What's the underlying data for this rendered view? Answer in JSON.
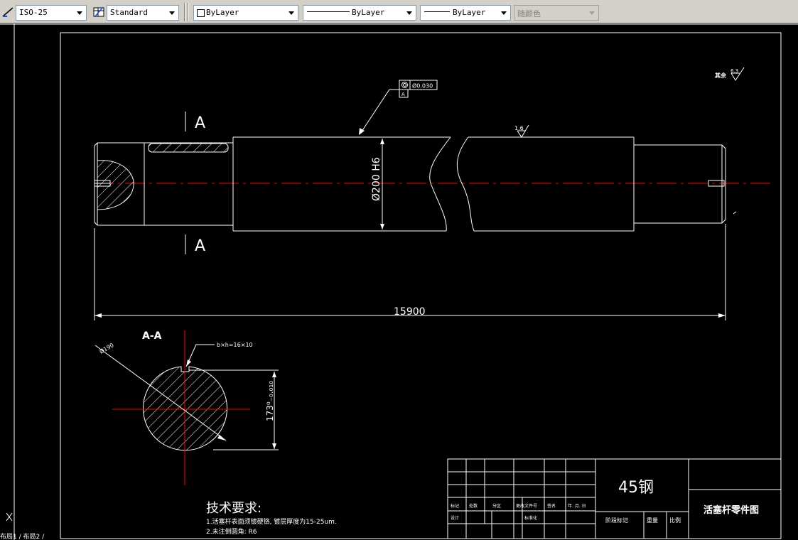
{
  "toolbar": {
    "dimstyle": "ISO-25",
    "tablestyle": "Standard",
    "layer": "ByLayer",
    "linetype": "ByLayer",
    "lineweight": "ByLayer",
    "color": "随颜色"
  },
  "drawing": {
    "section_mark_top": "A",
    "section_mark_bottom": "A",
    "section_title": "A-A",
    "tol_symbol_value": "Ø0.030",
    "tol_datum": "A",
    "diameter_dim": "Ø200 H6",
    "length_dim": "15900",
    "roughness_top": "1.6",
    "roughness_corner_label": "其余",
    "roughness_corner_value": "6.3",
    "section_diameter": "Ø190",
    "keyway_label": "b×h=16×10",
    "keyway_depth": "173⁰₋₀.₀₁₀",
    "tech_title": "技术要求:",
    "tech_note_1": "1.活塞杆表面须镀硬铬, 镀层厚度为15-25um.",
    "tech_note_2": "2.未注倒圆角: R6"
  },
  "title_block": {
    "material": "45钢",
    "part_name": "活塞杆零件图",
    "col_mark": "标记",
    "col_count": "处数",
    "col_zone": "分区",
    "col_doc": "更改文件号",
    "col_sign": "签名",
    "col_date": "年. 月. 日",
    "row_design": "设计",
    "row_standard": "标准化",
    "stage_mark": "阶段标记",
    "weight": "重量",
    "scale": "比例"
  },
  "status": {
    "layout_tabs": "布局1 / 布局2 /"
  },
  "colors": {
    "toolbar_bg": "#d4d0c8",
    "model_bg": "#000000",
    "geometry": "#ffffff",
    "centerline": "#ff0000"
  }
}
